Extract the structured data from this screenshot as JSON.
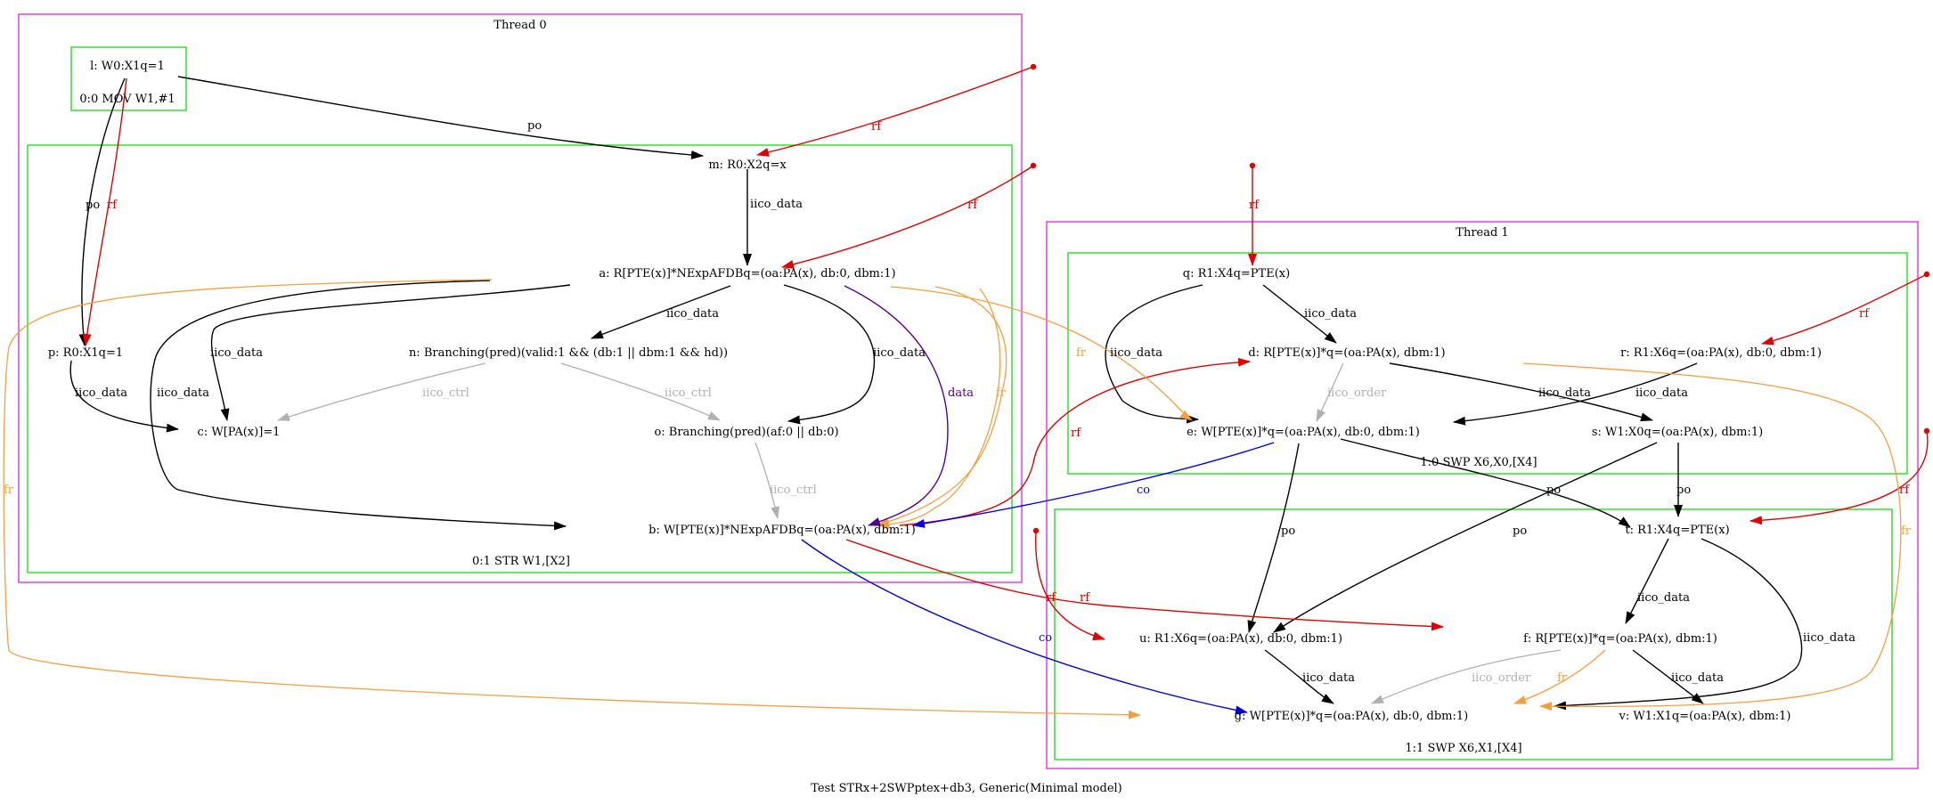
{
  "caption": "Test STRx+2SWPptex+db3, Generic(Minimal model)",
  "colors": {
    "thread_box": "#e040e0",
    "instr_box": "#30e030",
    "po": "#000000",
    "iico": "#000000",
    "rf": "#e00000",
    "fr": "#f0a040",
    "co": "#0000e0",
    "data": "#500090",
    "ctrl": "#b0b0b0"
  },
  "threads": {
    "t0": "Thread 0",
    "t1": "Thread 1"
  },
  "instructions": {
    "i00": "0:0 MOV W1,#1",
    "i01": "0:1 STR W1,[X2]",
    "i10": "1:0 SWP X6,X0,[X4]",
    "i11": "1:1 SWP X6,X1,[X4]"
  },
  "nodes": {
    "l": "l: W0:X1q=1",
    "m": "m: R0:X2q=x",
    "a": "a: R[PTE(x)]*NExpAFDBq=(oa:PA(x), db:0, dbm:1)",
    "p": "p: R0:X1q=1",
    "n": "n: Branching(pred)(valid:1 && (db:1 || dbm:1 && hd))",
    "c": "c: W[PA(x)]=1",
    "o": "o: Branching(pred)(af:0 || db:0)",
    "b": "b: W[PTE(x)]*NExpAFDBq=(oa:PA(x), dbm:1)",
    "q": "q: R1:X4q=PTE(x)",
    "d": "d: R[PTE(x)]*q=(oa:PA(x), dbm:1)",
    "r": "r: R1:X6q=(oa:PA(x), db:0, dbm:1)",
    "e": "e: W[PTE(x)]*q=(oa:PA(x), db:0, dbm:1)",
    "s": "s: W1:X0q=(oa:PA(x), dbm:1)",
    "t": "t: R1:X4q=PTE(x)",
    "u": "u: R1:X6q=(oa:PA(x), db:0, dbm:1)",
    "f": "f: R[PTE(x)]*q=(oa:PA(x), dbm:1)",
    "g": "g: W[PTE(x)]*q=(oa:PA(x), db:0, dbm:1)",
    "v": "v: W1:X1q=(oa:PA(x), dbm:1)"
  },
  "edge_labels": {
    "po": "po",
    "rf": "rf",
    "fr": "fr",
    "co": "co",
    "data": "data",
    "iico_data": "iico_data",
    "iico_ctrl": "iico_ctrl",
    "iico_order": "iico_order"
  }
}
